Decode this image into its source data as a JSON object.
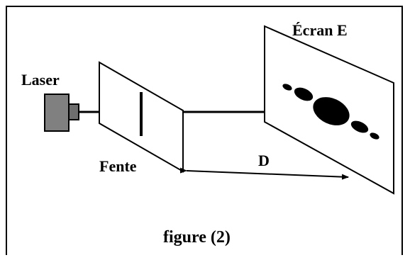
{
  "labels": {
    "laser": "Laser",
    "slit": "Fente",
    "screen": "Écran E",
    "distance": "D",
    "caption": "figure (2)"
  },
  "colors": {
    "laser_body": "#808080",
    "laser_nozzle": "#6e6e6e",
    "ink": "#000000",
    "background": "#ffffff"
  }
}
